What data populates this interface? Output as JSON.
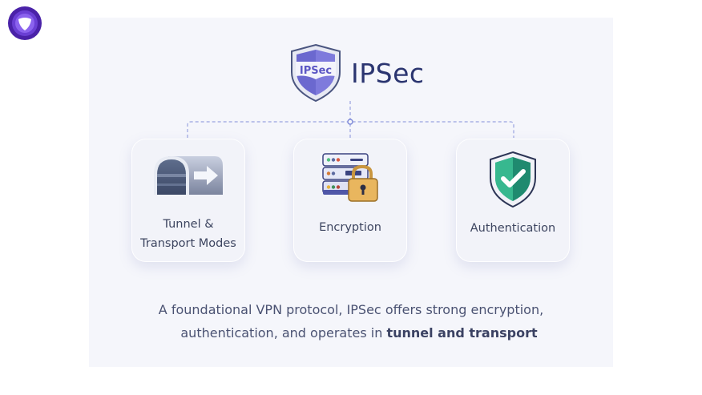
{
  "brand": {
    "logo_icon": "purple-shield-logo-icon",
    "color": "#6a3fd4"
  },
  "header": {
    "badge_text": "IPSec",
    "title": "IPSec",
    "title_color": "#2b3570"
  },
  "cards": [
    {
      "icon": "tunnel-arrow-icon",
      "label_line1": "Tunnel &",
      "label_line2": "Transport Modes"
    },
    {
      "icon": "server-lock-icon",
      "label": "Encryption"
    },
    {
      "icon": "shield-check-icon",
      "label": "Authentication"
    }
  ],
  "description": {
    "line1": "A foundational VPN protocol, IPSec offers strong encryption,",
    "line2_prefix": "authentication, and operates in ",
    "line2_bold": "tunnel and transport"
  },
  "colors": {
    "panel_bg": "#f5f6fb",
    "connector": "#9aa4e0",
    "check_green": "#2aa77f"
  }
}
